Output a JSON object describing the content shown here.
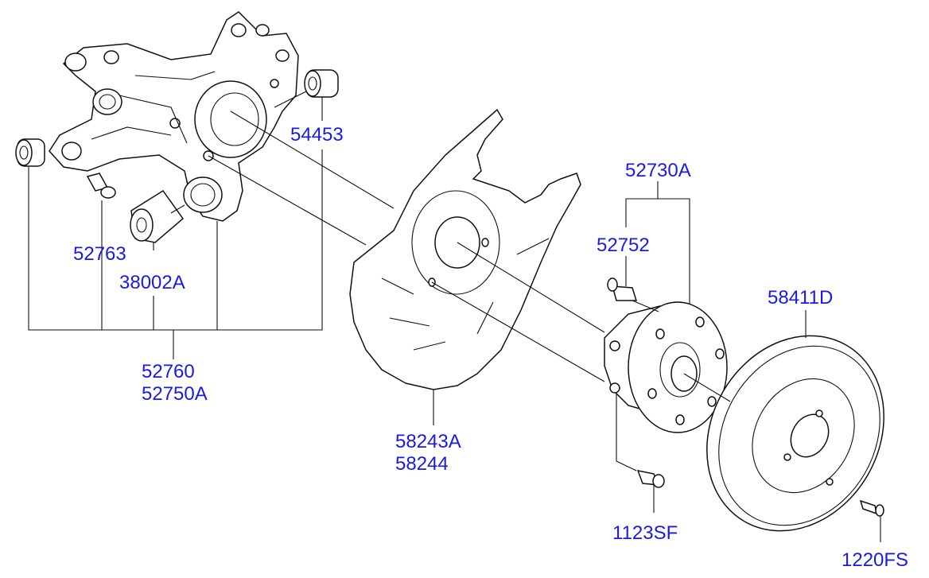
{
  "labels": {
    "l_54453": "54453",
    "l_52763": "52763",
    "l_38002A": "38002A",
    "l_52760": "52760",
    "l_52750A": "52750A",
    "l_58243A": "58243A",
    "l_58244": "58244",
    "l_52730A": "52730A",
    "l_52752": "52752",
    "l_58411D": "58411D",
    "l_1123SF": "1123SF",
    "l_1220FS": "1220FS"
  }
}
